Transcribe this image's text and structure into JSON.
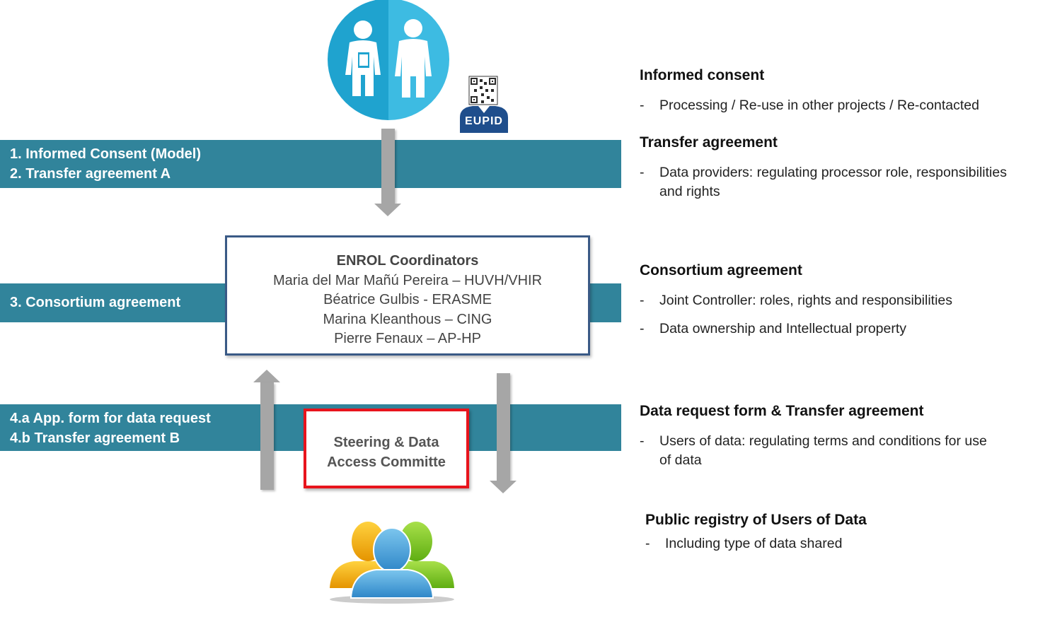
{
  "bands": {
    "band1_line1": "1. Informed Consent (Model)",
    "band1_line2": "2. Transfer agreement A",
    "band3": "3. Consortium agreement",
    "band4_line1": "4.a App. form for data request",
    "band4_line2": "4.b Transfer agreement B"
  },
  "badge": {
    "label": "EUPID"
  },
  "coordinators": {
    "title": "ENROL Coordinators",
    "members": [
      "Maria del Mar Mañú Pereira – HUVH/VHIR",
      "Béatrice Gulbis - ERASME",
      "Marina Kleanthous – CING",
      "Pierre Fenaux – AP-HP"
    ]
  },
  "steering": {
    "line1": "Steering & Data",
    "line2": "Access Committe"
  },
  "right": {
    "informed_heading": "Informed consent",
    "informed_item": "Processing / Re-use in other projects / Re-contacted",
    "transfer_heading": "Transfer agreement",
    "transfer_item_line1": "Data providers: regulating processor role, responsibilities",
    "transfer_item_line2": "and rights",
    "consortium_heading": "Consortium agreement",
    "consortium_item1": "Joint Controller: roles, rights and responsibilities",
    "consortium_item2": "Data ownership and Intellectual property",
    "request_heading": "Data request form & Transfer agreement",
    "request_item_line1": "Users of data: regulating terms and conditions for use",
    "request_item_line2": "of data",
    "registry_heading": "Public registry of Users of Data",
    "registry_item": "Including type of data shared",
    "dash": "-"
  }
}
